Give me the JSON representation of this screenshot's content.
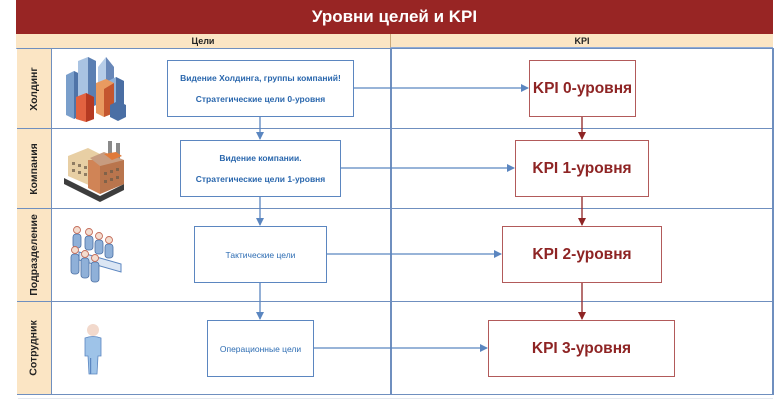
{
  "title": "Уровни целей и KPI",
  "columns": {
    "goals": "Цели",
    "kpi": "KPI"
  },
  "lanes": [
    {
      "label": "Холдинг",
      "icon": "city-buildings-icon",
      "goal": {
        "line1": "Видение Холдинга, группы компаний!",
        "line2": "Стратегические цели 0-уровня"
      },
      "kpi": "KPI 0-уровня"
    },
    {
      "label": "Компания",
      "icon": "factory-icon",
      "goal": {
        "line1": "Видение компании.",
        "line2": "Стратегические цели 1-уровня"
      },
      "kpi": "KPI 1-уровня"
    },
    {
      "label": "Подразделение",
      "icon": "meeting-team-icon",
      "goal": {
        "line1": "Тактические цели"
      },
      "kpi": "KPI 2-уровня"
    },
    {
      "label": "Сотрудник",
      "icon": "person-icon",
      "goal": {
        "line1": "Операционные цели"
      },
      "kpi": "KPI 3-уровня"
    }
  ],
  "colors": {
    "title_bg": "#982524",
    "header_bg": "#fbe5c4",
    "goal_accent": "#5b86c0",
    "kpi_accent": "#8e2424"
  }
}
